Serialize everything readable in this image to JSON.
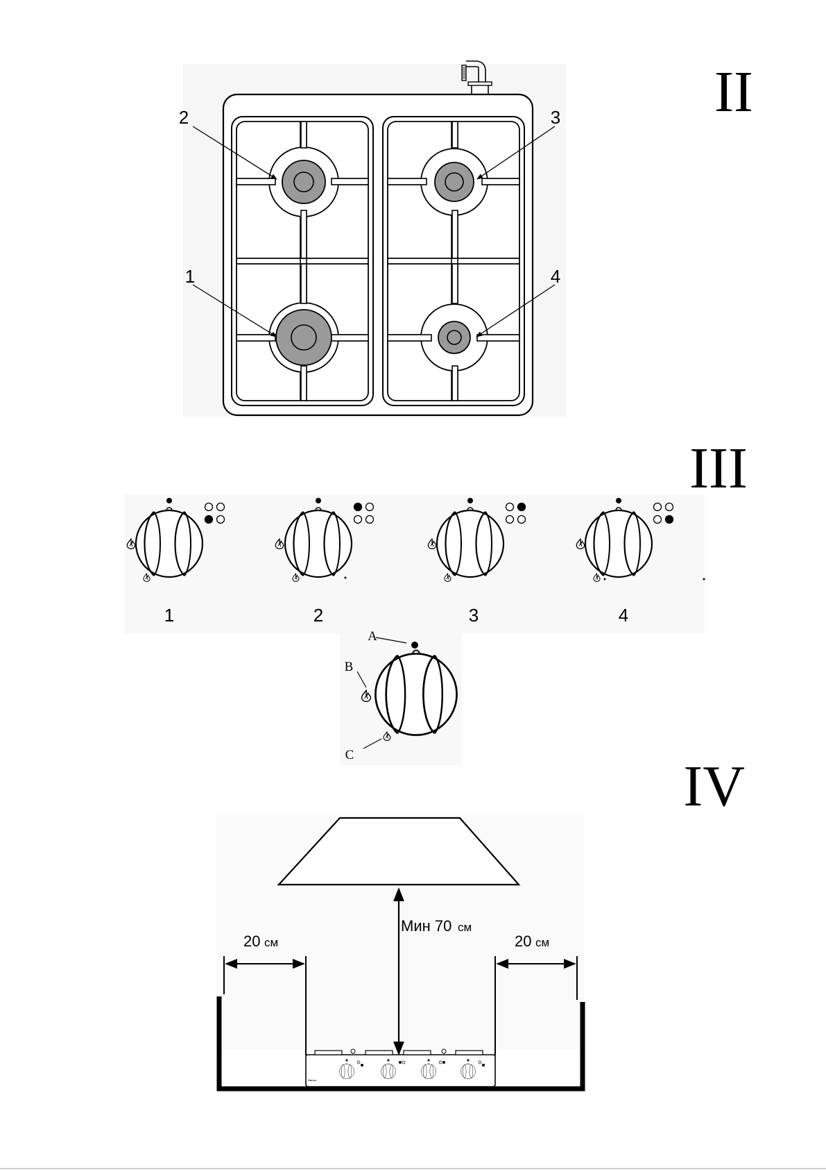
{
  "sections": {
    "II": "II",
    "III": "III",
    "IV": "IV"
  },
  "hob_callouts": [
    "1",
    "2",
    "3",
    "4"
  ],
  "knob_captions": [
    "1",
    "2",
    "3",
    "4"
  ],
  "knob_legend": {
    "a": "A",
    "b": "B",
    "c": "C"
  },
  "clearances": {
    "left_value": "20",
    "left_unit": "см",
    "right_value": "20",
    "right_unit": "см",
    "top_prefix": "Мин 70",
    "top_unit": "см"
  },
  "brand": "Hansa"
}
